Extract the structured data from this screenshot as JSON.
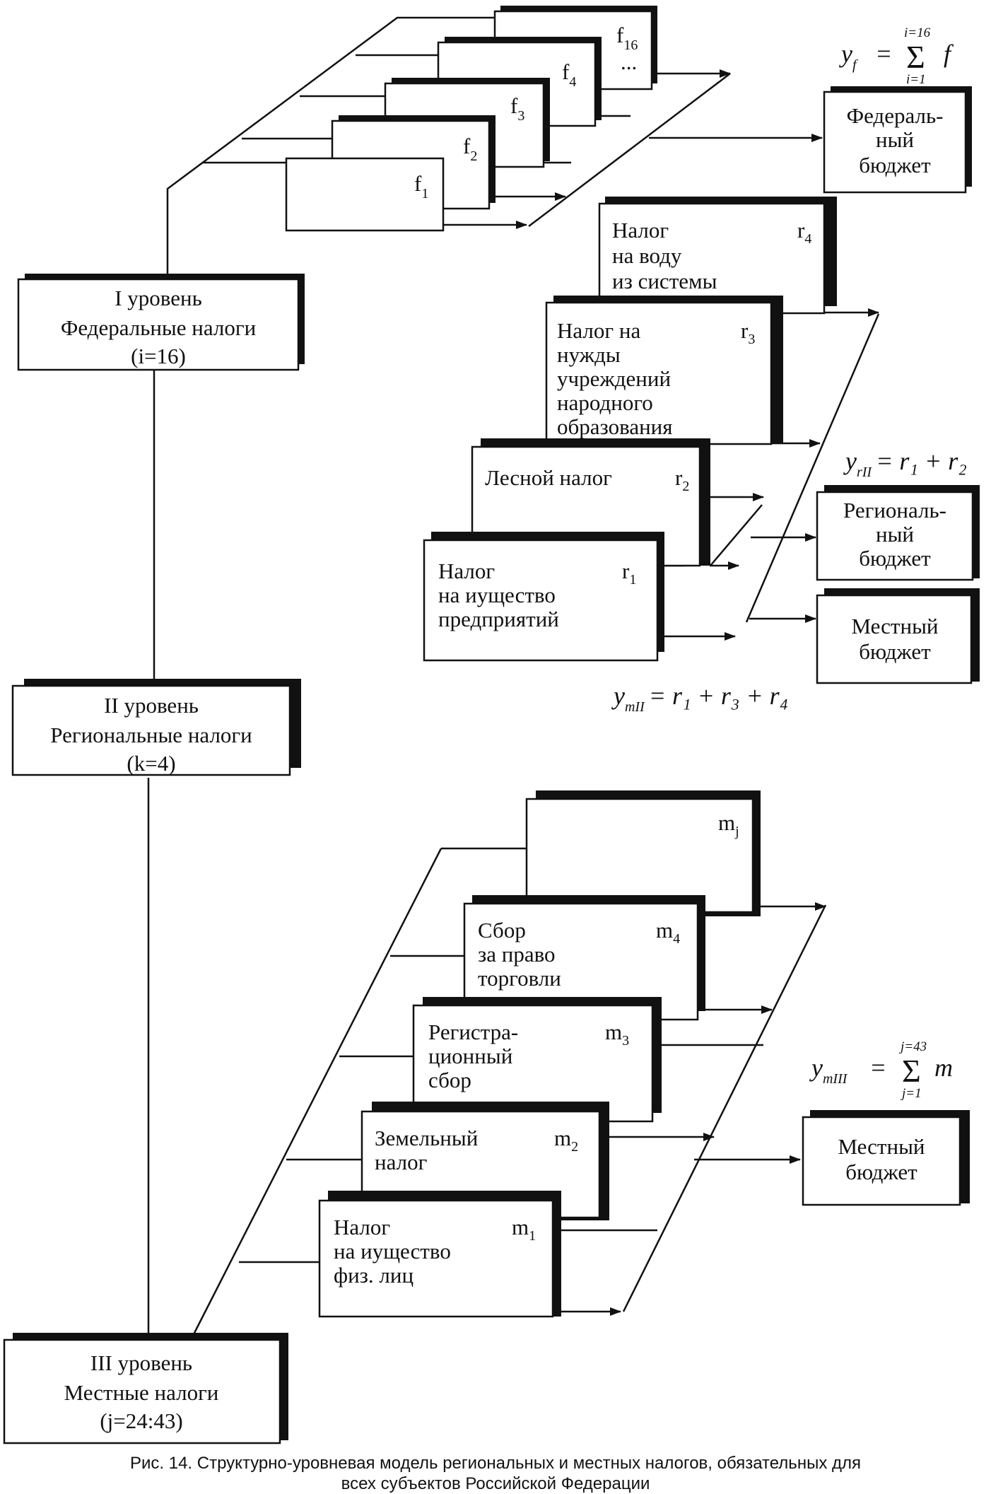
{
  "levels": {
    "level1": {
      "line1": "I уровень",
      "line2": "Федеральные налоги",
      "line3": "(i=16)"
    },
    "level2": {
      "line1": "II уровень",
      "line2": "Региональные налоги",
      "line3": "(k=4)"
    },
    "level3": {
      "line1": "III уровень",
      "line2": "Местные налоги",
      "line3": "(j=24:43)"
    }
  },
  "federal": {
    "taxes": [
      {
        "letter": "f",
        "sub": "1"
      },
      {
        "letter": "f",
        "sub": "2"
      },
      {
        "letter": "f",
        "sub": "3"
      },
      {
        "letter": "f",
        "sub": "4"
      },
      {
        "letter": "f",
        "sub": "16",
        "extra": "..."
      }
    ],
    "budget": {
      "line1": "Федераль-",
      "line2": "ный",
      "line3": "бюджет"
    },
    "formula": {
      "lhs": "y",
      "lhs_sub": "f",
      "eq": "=",
      "sigma": "Σ",
      "upper": "i=16",
      "lower": "i=1",
      "var": "f"
    }
  },
  "regional": {
    "taxes": [
      {
        "id": "r1",
        "lines": [
          "Налог",
          "на иущество",
          "предприятий"
        ],
        "letter": "r",
        "sub": "1"
      },
      {
        "id": "r2",
        "lines": [
          "Лесной налог"
        ],
        "letter": "r",
        "sub": "2"
      },
      {
        "id": "r3",
        "lines": [
          "Налог на",
          "нужды",
          "учреждений",
          "народного",
          "образования"
        ],
        "letter": "r",
        "sub": "3"
      },
      {
        "id": "r4",
        "lines": [
          "Налог",
          "на воду",
          "из системы"
        ],
        "letter": "r",
        "sub": "4"
      }
    ],
    "budget_regional": {
      "line1": "Региональ-",
      "line2": "ный",
      "line3": "бюджет"
    },
    "budget_local": {
      "line1": "Местный",
      "line2": "бюджет"
    },
    "formula_regional": {
      "lhs": "y",
      "lhs_sub": "rII",
      "rhs": "= r₁ + r₂"
    },
    "formula_local": {
      "lhs": "y",
      "lhs_sub": "mII",
      "rhs": "= r₁ + r₃ + r₄"
    }
  },
  "local": {
    "taxes": [
      {
        "id": "m1",
        "lines": [
          "Налог",
          "на иущество",
          "физ. лиц"
        ],
        "letter": "m",
        "sub": "1"
      },
      {
        "id": "m2",
        "lines": [
          "Земельный",
          "налог"
        ],
        "letter": "m",
        "sub": "2"
      },
      {
        "id": "m3",
        "lines": [
          "Регистра-",
          "ционный",
          "сбор"
        ],
        "letter": "m",
        "sub": "3"
      },
      {
        "id": "m4",
        "lines": [
          "Сбор",
          "за право",
          "торговли"
        ],
        "letter": "m",
        "sub": "4"
      },
      {
        "id": "mj",
        "lines": [],
        "letter": "m",
        "sub": "j"
      }
    ],
    "budget": {
      "line1": "Местный",
      "line2": "бюджет"
    },
    "formula": {
      "lhs": "y",
      "lhs_sub": "mIII",
      "eq": "=",
      "sigma": "Σ",
      "upper": "j=43",
      "lower": "j=1",
      "var": "m"
    }
  },
  "caption": {
    "line1": "Рис. 14. Структурно-уровневая модель региональных и местных налогов, обязательных для",
    "line2": "всех субъектов Российской Федерации"
  }
}
